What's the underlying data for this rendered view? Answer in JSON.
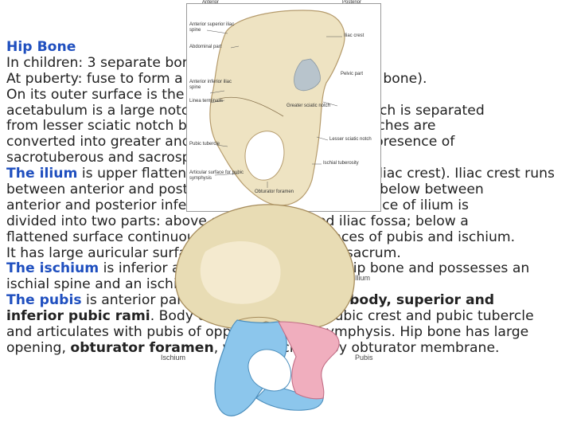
{
  "slide": {
    "title": "Hip Bone",
    "lines": [
      "In children: 3 separate bones meet at the acetabulum.",
      "At puberty: fuse to form a single innominate bone (hip bone).",
      "On its outer surface is the acetabulum. Behind",
      "acetabulum is a large notch, greater sciatic notch, which is separated",
      "from lesser sciatic notch by the ischial spine. Both notches are",
      "converted into greater and lesser sciatic foramina by presence of",
      "sacrotuberous and sacrospinous ligaments."
    ],
    "ilium": {
      "term": "The ilium",
      "lines": [
        " is upper flattened part (free upper border: iliac crest). Iliac crest runs",
        "between anterior and posterior superior iliac spines & below between",
        "anterior and posterior inferior iliac spines. Medial surface of ilium is",
        "divided into two parts: above a concavity called iliac fossa; below a",
        "flattened surface continuous with the inner surfaces of pubis and ischium.",
        "It has large auricular surface for articulation with sacrum."
      ]
    },
    "ischium": {
      "term": "The ischium",
      "line1_rest": " is inferior and posterior part of the hip bone and possesses an",
      "line2": "ischial spine and an ischial tuberosity."
    },
    "pubis": {
      "term": "The pubis",
      "line1_rest": " is anterior part of hip bone, and has a ",
      "line1_bold": "body, superior and",
      "line2_bold": "inferior pubic rami",
      "line2_rest": ". Body of pubis bears the pubic crest and pubic tubercle",
      "line3": "and articulates with pubis of opposite side at symphysis. Hip bone has large",
      "line4_bold": "obturator foramen",
      "line4_pre": "opening, ",
      "line4_rest": ", which is closed by obturator membrane."
    }
  },
  "figure": {
    "inset_labels": {
      "anterior": "Anterior",
      "posterior": "Posterior",
      "iliac_crest": "Iliac crest",
      "asis": "Anterior superior iliac spine",
      "abdominal_part": "Abdominal part",
      "pelvic_part": "Pelvic part",
      "aiis": "Anterior inferior iliac spine",
      "linea_terminalis": "Linea terminalis",
      "greater_sciatic_notch": "Greater sciatic notch",
      "lesser_sciatic_notch": "Lesser sciatic notch",
      "pubic_tubercle": "Pubic tubercle",
      "ischial_tuberosity": "Ischial tuberosity",
      "articular_surface": "Articular surface for pubic symphysis",
      "obturator_foramen": "Obturator foramen"
    },
    "main_labels": {
      "ilium": "Ilium",
      "ischium": "Ischium",
      "pubis": "Pubis"
    },
    "colors": {
      "ilium": "#e8dcb4",
      "ischium": "#8cc6ec",
      "pubis": "#f0aebe",
      "acetabulum": "#b8c4cc"
    }
  }
}
